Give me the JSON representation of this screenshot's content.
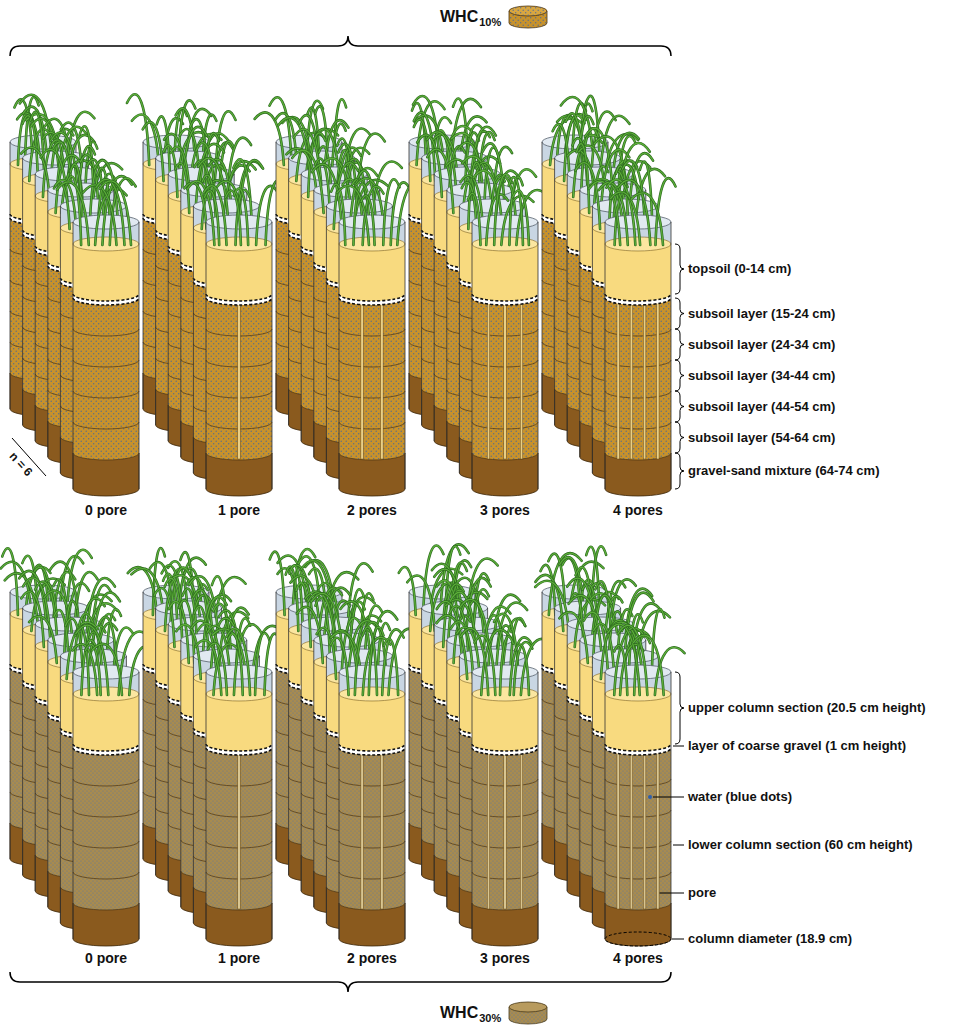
{
  "diagram": {
    "labels": [
      "WHC",
      "10%",
      "topsoil (0-14 cm)",
      "subsoil layer (15-24 cm)",
      "subsoil layer (24-34 cm)",
      "subsoil layer (34-44 cm)",
      "subsoil layer (44-54 cm)",
      "subsoil layer (54-64 cm)",
      "gravel-sand mixture (64-74 cm)",
      "n = 6",
      "0 pore",
      "1 pore",
      "2 pores",
      "3 pores",
      "4 pores",
      "upper column section (20.5 cm height)",
      "layer of coarse gravel (1 cm height)",
      "water (blue dots)",
      "lower column section (60 cm height)",
      "pore",
      "column diameter (18.9 cm)",
      "0 pore",
      "1 pore",
      "2 pores",
      "3 pores",
      "4 pores",
      "WHC",
      "30%"
    ]
  }
}
